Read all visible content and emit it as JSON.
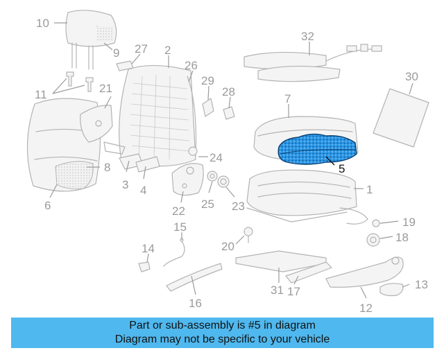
{
  "diagram": {
    "callouts": {
      "c1": "1",
      "c2": "2",
      "c3": "3",
      "c4": "4",
      "c5": "5",
      "c6": "6",
      "c7": "7",
      "c8": "8",
      "c9": "9",
      "c10": "10",
      "c11": "11",
      "c12": "12",
      "c13": "13",
      "c14": "14",
      "c15": "15",
      "c16": "16",
      "c17": "17",
      "c18": "18",
      "c19": "19",
      "c20": "20",
      "c21": "21",
      "c22": "22",
      "c23": "23",
      "c24": "24",
      "c25": "25",
      "c26": "26",
      "c27": "27",
      "c28": "28",
      "c29": "29",
      "c30": "30",
      "c31": "31",
      "c32": "32"
    },
    "highlighted_part": "5",
    "colors": {
      "highlight_fill": "#1f8fe0",
      "line_gray": "#b3b3b3",
      "footer_bg": "#4fb8ee"
    }
  },
  "footer": {
    "line1": "Part or sub-assembly is #5 in diagram",
    "line2": "Diagram may not be specific to your vehicle"
  }
}
